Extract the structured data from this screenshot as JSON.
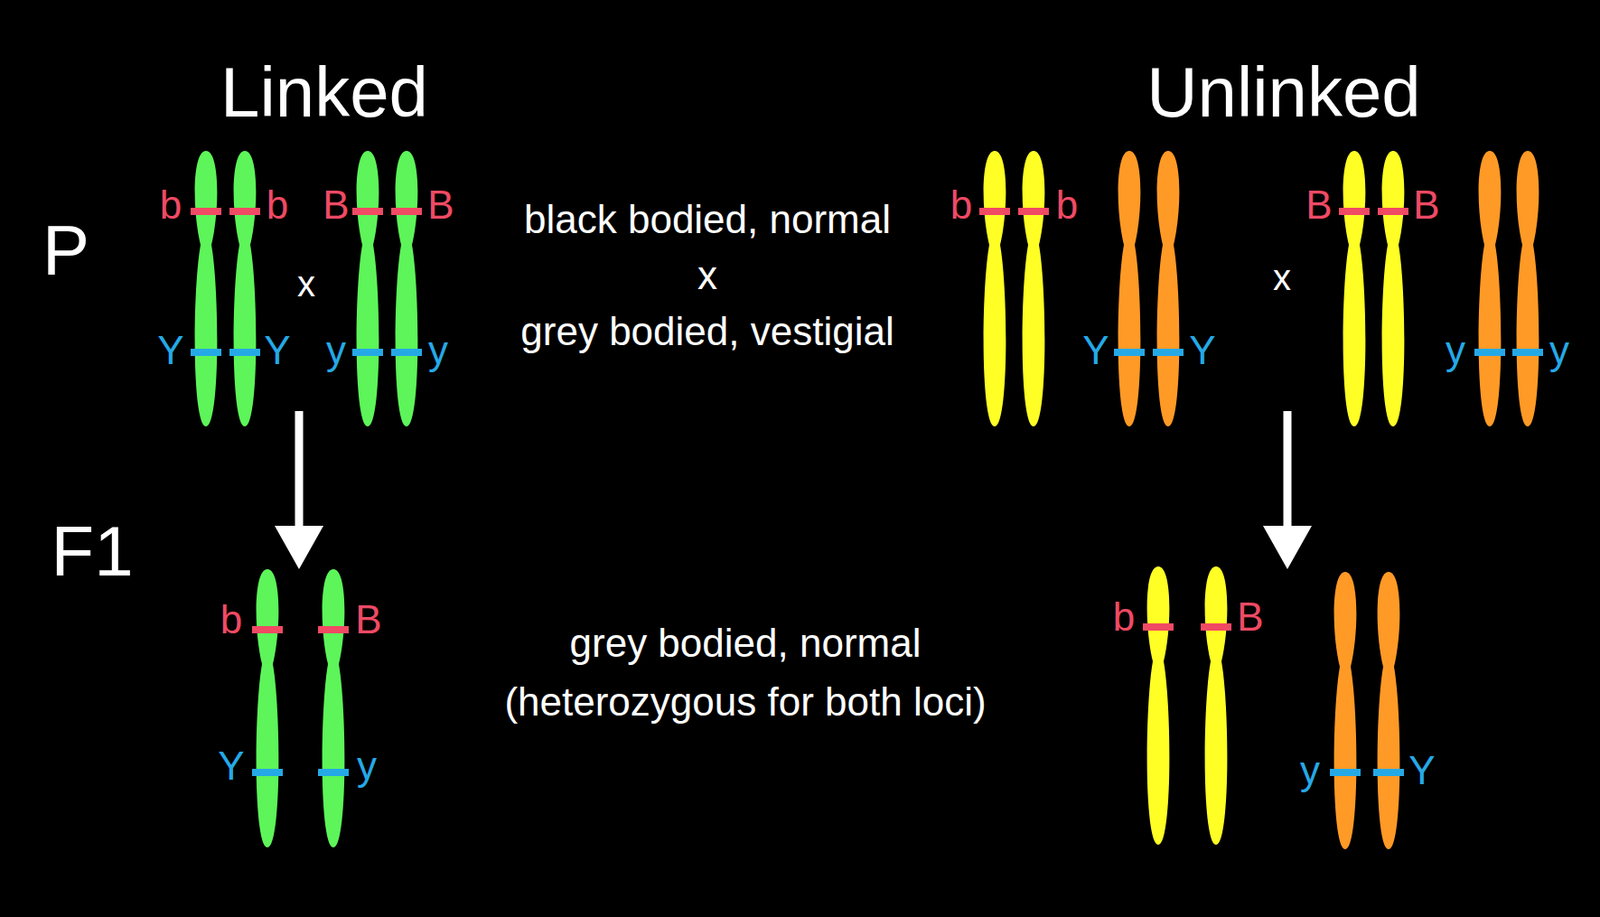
{
  "diagram": {
    "labels": [
      "Linked",
      "Unlinked",
      "P",
      "black bodied, normal",
      "x",
      "grey bodied, vestigial",
      "x",
      "x",
      "b",
      "b",
      "B",
      "B",
      "Y",
      "Y",
      "y",
      "y",
      "b",
      "b",
      "Y",
      "Y",
      "B",
      "B",
      "y",
      "y",
      "F1",
      "grey bodied, normal",
      "(heterozygous for both loci)",
      "b",
      "B",
      "Y",
      "y",
      "b",
      "B",
      "y",
      "Y"
    ]
  }
}
